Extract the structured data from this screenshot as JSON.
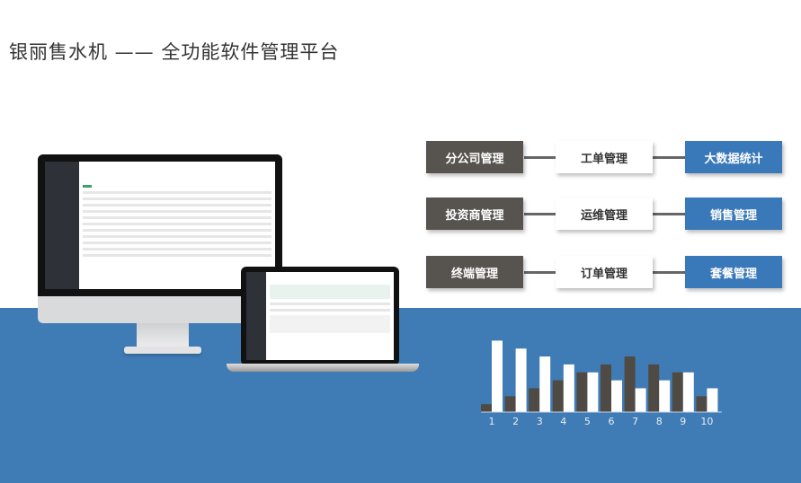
{
  "title": "银丽售水机 —— 全功能软件管理平台",
  "modules": [
    [
      "分公司管理",
      "工单管理",
      "大数据统计"
    ],
    [
      "投资商管理",
      "运维管理",
      "销售管理"
    ],
    [
      "终端管理",
      "订单管理",
      "套餐管理"
    ]
  ],
  "colors": {
    "blue": "#3f7bb4",
    "dark": "#57534e",
    "accent": "#3a79b9"
  },
  "chart_data": {
    "type": "bar",
    "categories": [
      "1",
      "2",
      "3",
      "4",
      "5",
      "6",
      "7",
      "8",
      "9",
      "10"
    ],
    "series": [
      {
        "name": "dark",
        "values": [
          1,
          2,
          3,
          4,
          5,
          6,
          7,
          6,
          5,
          2
        ]
      },
      {
        "name": "white",
        "values": [
          9,
          8,
          7,
          6,
          5,
          4,
          3,
          4,
          5,
          3
        ]
      }
    ],
    "title": "",
    "xlabel": "",
    "ylabel": "",
    "ylim": [
      0,
      9.5
    ]
  }
}
